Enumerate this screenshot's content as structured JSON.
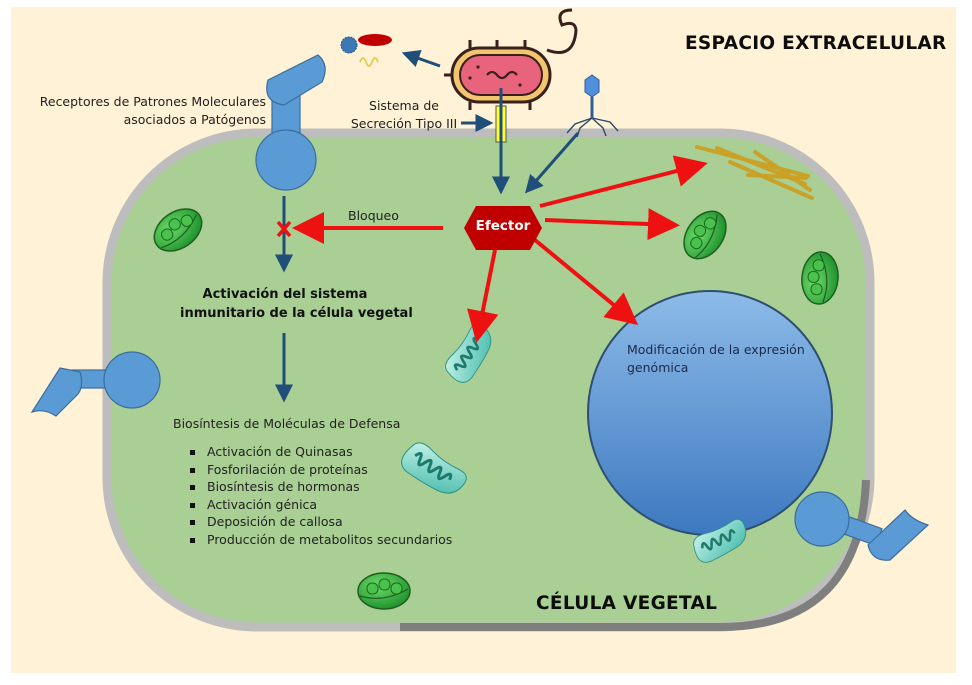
{
  "labels": {
    "extracellular_space": "ESPACIO EXTRACELULAR",
    "plant_cell": "CÉLULA VEGETAL",
    "prr_line1": "Receptores de Patrones Moleculares",
    "prr_line2": "asociados a Patógenos",
    "t3ss_line1": "Sistema de",
    "t3ss_line2": "Secreción Tipo III",
    "effector": "Efector",
    "block": "Bloqueo",
    "immune_line1": "Activación del sistema",
    "immune_line2": "inmunitario de la célula vegetal",
    "defense_title": "Biosíntesis de Moléculas de Defensa",
    "nucleus_line1": "Modificación de la expresión",
    "nucleus_line2": "genómica"
  },
  "defense_items": [
    "Activación de Quinasas",
    "Fosforilación de proteínas",
    "Biosíntesis de hormonas",
    "Activación génica",
    "Deposición de callosa",
    "Producción de metabolitos secundarios"
  ],
  "colors": {
    "background": "#fff2d6",
    "cell_fill": "#a9cf94",
    "cell_wall": "#bfbfbf",
    "receptor": "#5b9bd5",
    "nucleus": "#6a9fd8",
    "effector": "#c00000",
    "red_arrow": "#ff0000",
    "blue_arrow": "#1f4e79",
    "cytoskeleton": "#c9a227",
    "bacterium_body": "#e8647c",
    "bacterium_membrane": "#f2c66d"
  }
}
